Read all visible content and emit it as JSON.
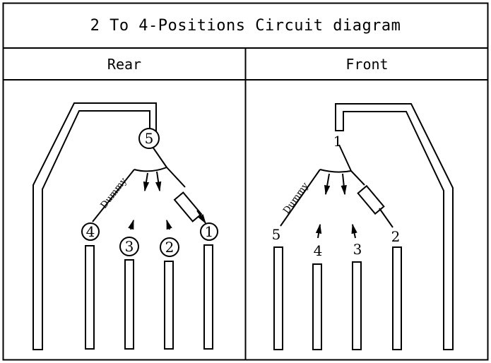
{
  "title": "2 To 4-Positions  Circuit diagram",
  "columns": {
    "rear": "Rear",
    "front": "Front"
  },
  "rear": {
    "common_label": "5",
    "dummy_label": "Dummy",
    "terminals": [
      "4",
      "3",
      "2",
      "1"
    ]
  },
  "front": {
    "common_label": "1",
    "dummy_label": "Dummy",
    "terminals": [
      "5",
      "4",
      "3",
      "2"
    ]
  }
}
